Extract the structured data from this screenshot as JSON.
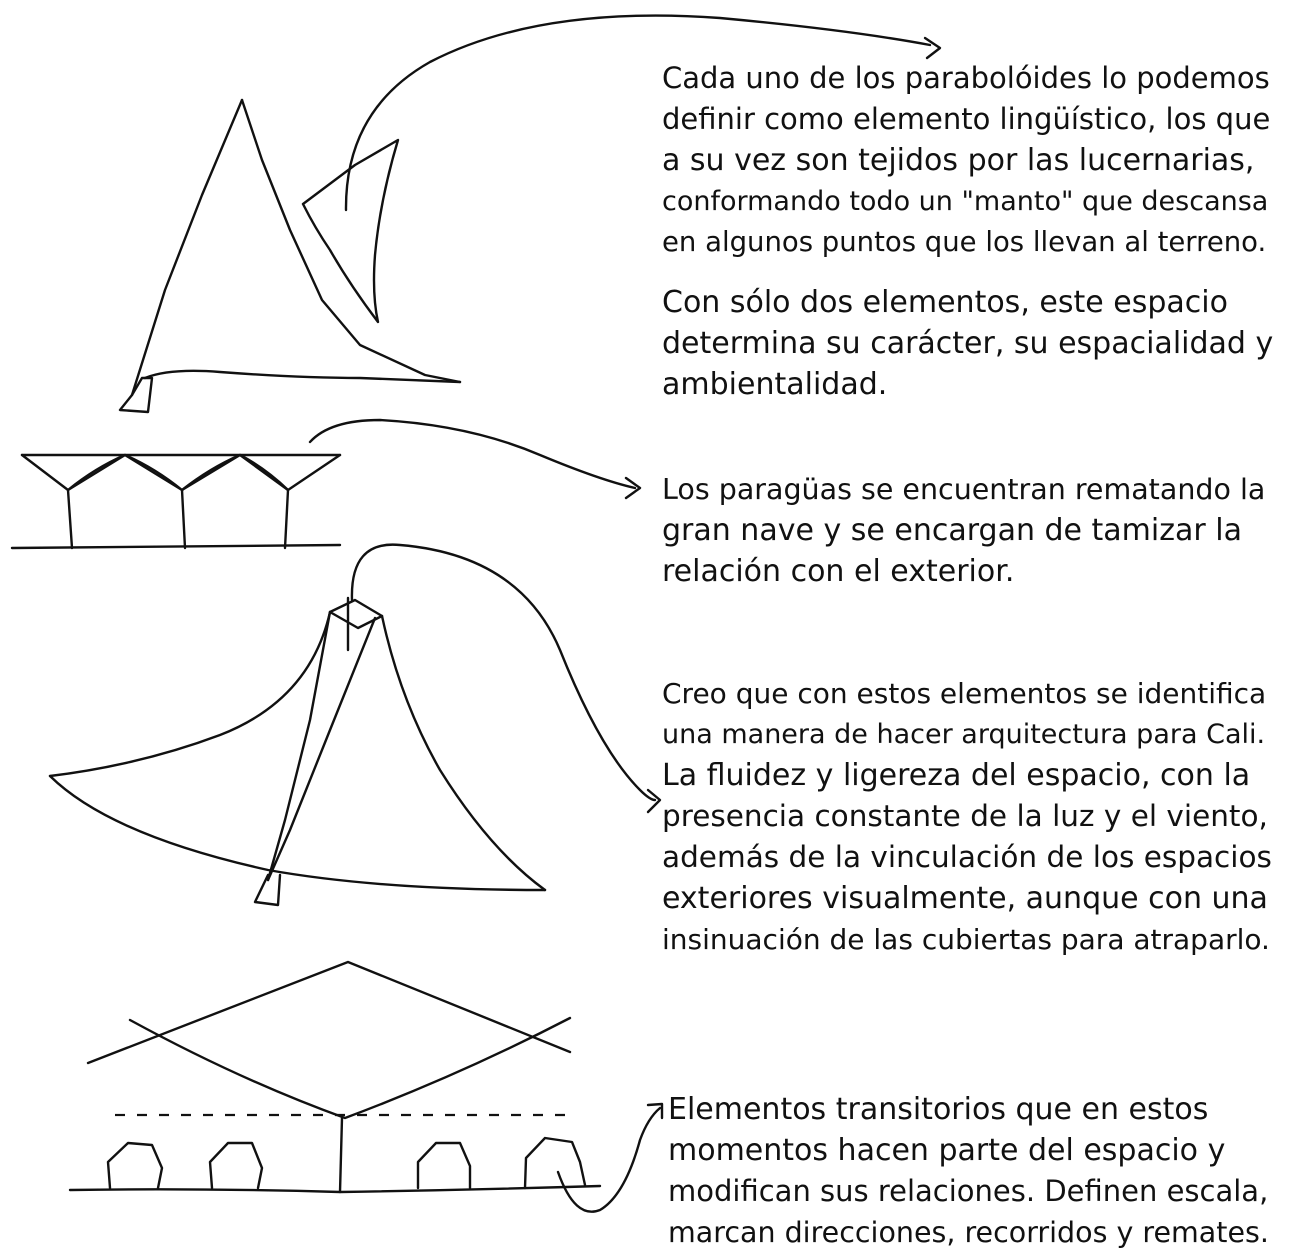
{
  "annotations": [
    {
      "id": "paraboloides",
      "lines": [
        "Cada uno de los parabolóides lo podemos",
        "definir como elemento lingüístico, los que",
        "a su vez son tejidos por las lucernarias,",
        "conformando todo un \"manto\" que descansa",
        "en algunos puntos que los llevan al terreno."
      ]
    },
    {
      "id": "dos-elementos",
      "lines": [
        "Con sólo dos elementos, este espacio",
        "determina su carácter, su espacialidad y",
        "ambientalidad."
      ]
    },
    {
      "id": "paraguas",
      "lines": [
        "Los paragüas se encuentran rematando la",
        "gran nave y se encargan de tamizar la",
        "relación con el exterior."
      ]
    },
    {
      "id": "cali",
      "lines": [
        "Creo que con estos elementos se identifica",
        "una manera de hacer arquitectura para Cali.",
        "La fluidez y ligereza del espacio, con la",
        "presencia constante de la luz y el viento,",
        "además de la vinculación de los espacios",
        "exteriores visualmente, aunque con una",
        "insinuación de las cubiertas para atraparlo."
      ]
    },
    {
      "id": "transitorios",
      "lines": [
        "Elementos transitorios que en estos",
        "momentos hacen parte del espacio y",
        "modifican sus relaciones. Definen escala,",
        "marcan direcciones, recorridos y remates."
      ]
    }
  ]
}
